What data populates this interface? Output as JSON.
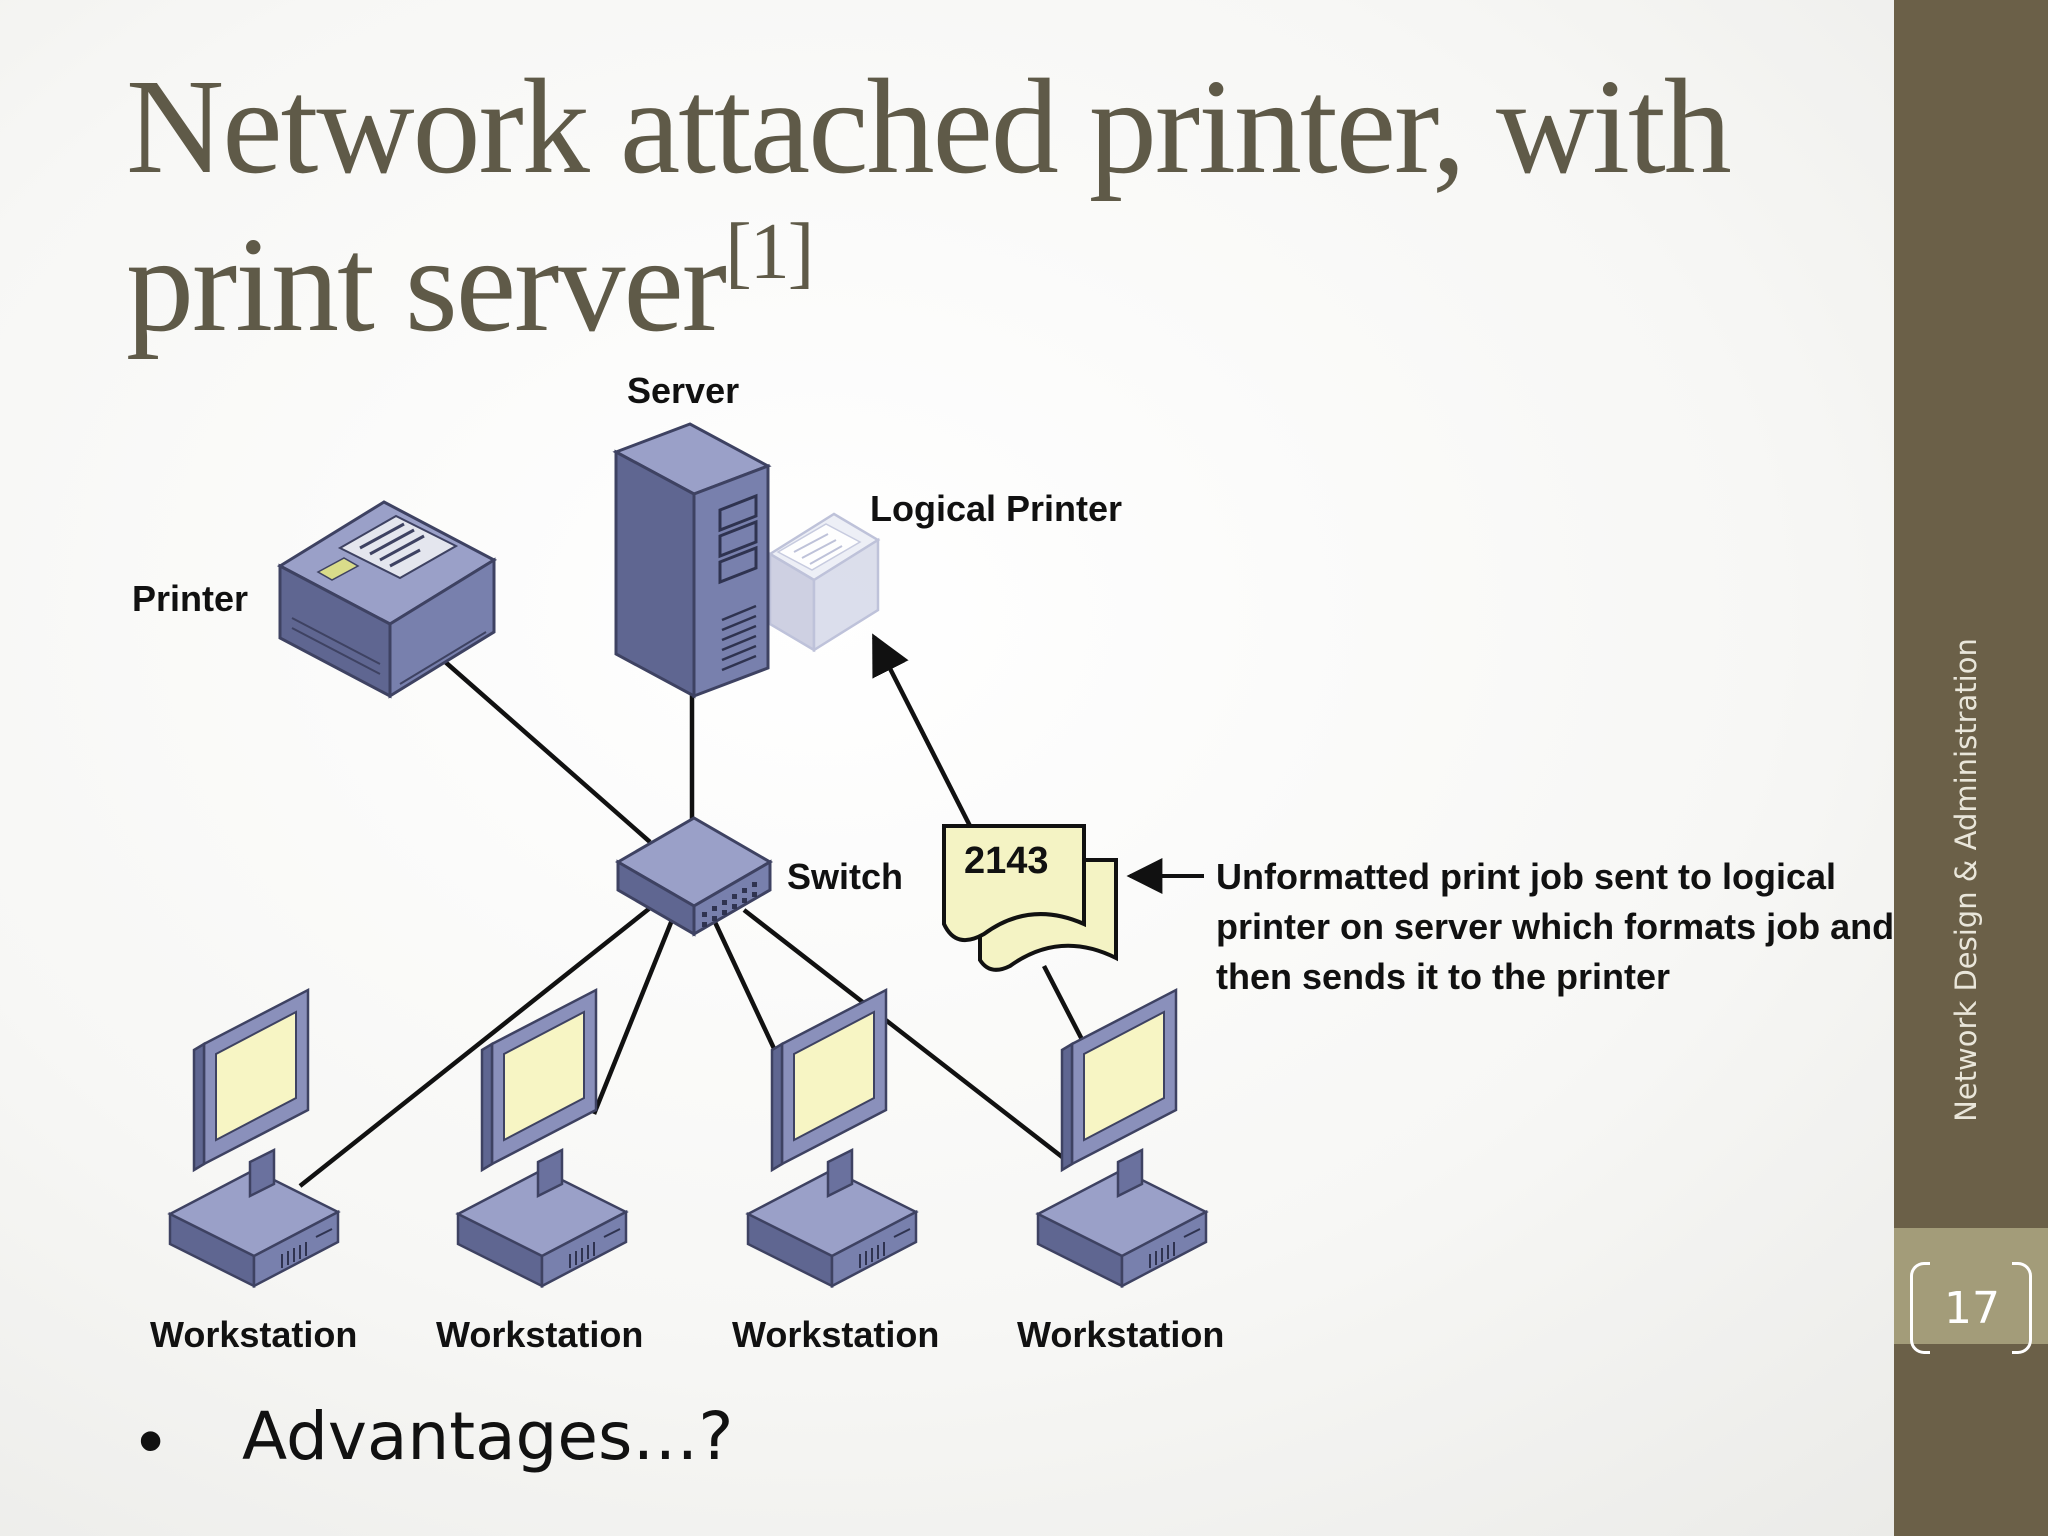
{
  "slide": {
    "title_main": "Network attached printer, with print server",
    "title_ref": "[1]",
    "sidebar_label": "Network Design & Administration",
    "page_number": "17"
  },
  "diagram": {
    "labels": {
      "server": "Server",
      "logical_printer": "Logical Printer",
      "printer": "Printer",
      "switch": "Switch",
      "workstations": [
        "Workstation",
        "Workstation",
        "Workstation",
        "Workstation"
      ]
    },
    "print_job_id": "2143",
    "annotation": "Unformatted print job sent to logical printer on server which formats job and then sends it to the printer"
  },
  "bullets": [
    "Advantages…?"
  ],
  "colors": {
    "title": "#5f5a48",
    "sidebar": "#6b6048",
    "page_box": "#a39c79",
    "device_blue": "#7880ad",
    "screen_yellow": "#f7f5c4",
    "document_yellow": "#f4f3c4"
  }
}
